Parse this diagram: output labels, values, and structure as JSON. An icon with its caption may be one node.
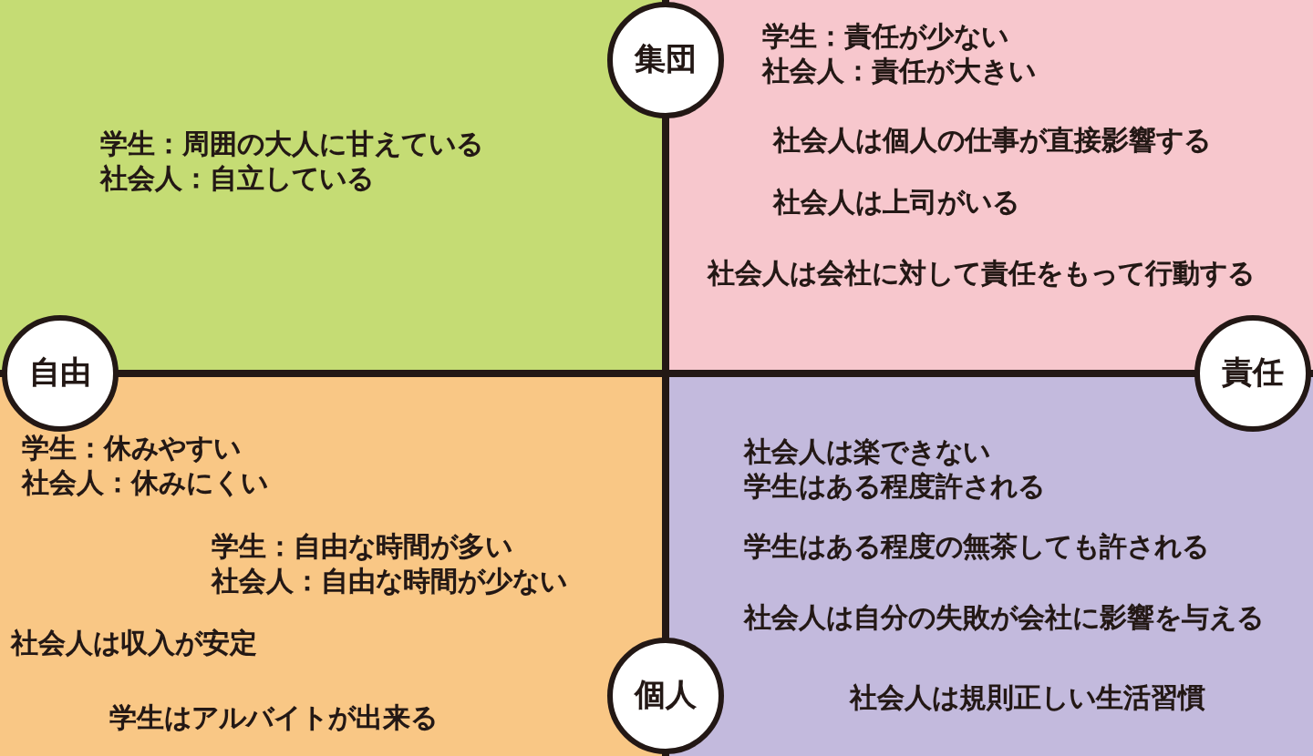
{
  "diagram": {
    "nodes": [
      {
        "text": [
          "集団"
        ]
      },
      {
        "text": [
          "学生：周囲の大人に甘えている",
          "社会人：自立している"
        ]
      },
      {
        "text": [
          "学生：責任が少ない",
          "社会人：責任が大きい",
          "社会人は個人の仕事が直接影響する",
          "社会人は上司がいる",
          "社会人は会社に対して責任をもって行動する"
        ]
      },
      {
        "text": [
          "自由"
        ]
      },
      {
        "text": [
          "責任"
        ]
      },
      {
        "text": [
          "学生：休みやすい",
          "社会人：休みにくい",
          "学生：自由な時間が多い",
          "社会人：自由な時間が少ない",
          "社会人は収入が安定",
          "学生はアルバイトが出来る"
        ]
      },
      {
        "text": [
          "社会人は楽できない",
          "学生はある程度許される",
          "学生はある程度の無茶しても許される",
          "社会人は自分の失敗が会社に影響を与える",
          "社会人は規則正しい生活習慣"
        ]
      },
      {
        "text": [
          "個人"
        ]
      }
    ],
    "edges": []
  }
}
